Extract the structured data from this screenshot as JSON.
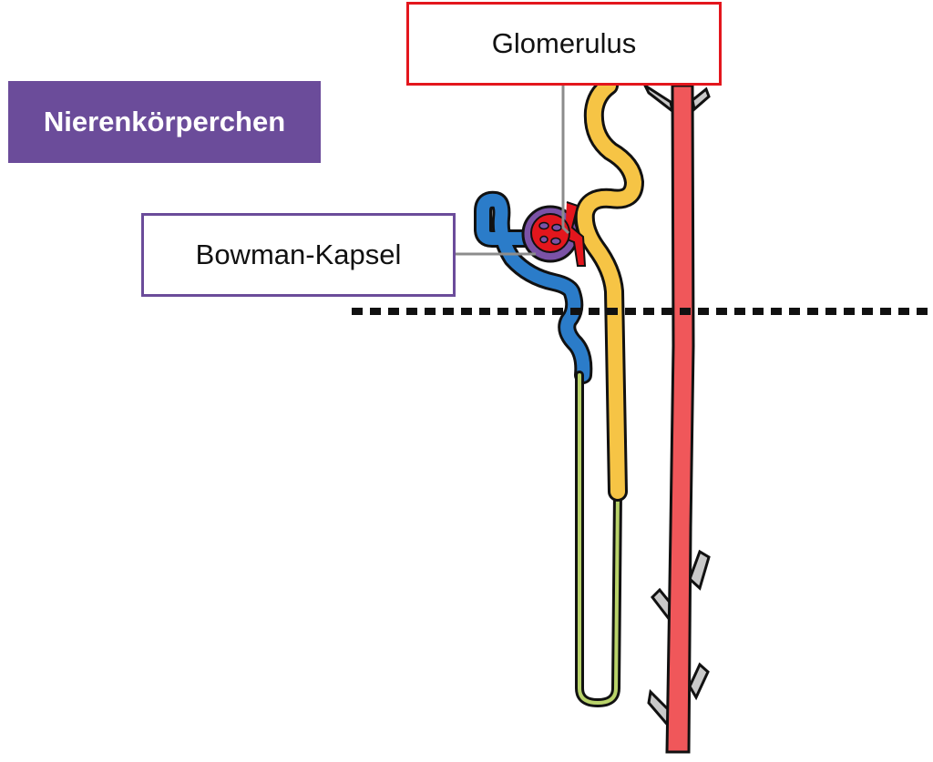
{
  "title": "Nierenkörperchen",
  "labels": {
    "glomerulus": "Glomerulus",
    "bowman_capsule": "Bowman-Kapsel"
  },
  "colors": {
    "title_background": "#6b4c9a",
    "glomerulus_border": "#e3161d",
    "bowman_border": "#6b4c9a",
    "proximal_tubule": "#2b7cc9",
    "distal_tubule": "#f6c445",
    "henle_loop": "#b9d36a",
    "blood_vessel": "#f0575a",
    "glomerulus": "#e3161d",
    "capsule": "#7b52a6"
  }
}
